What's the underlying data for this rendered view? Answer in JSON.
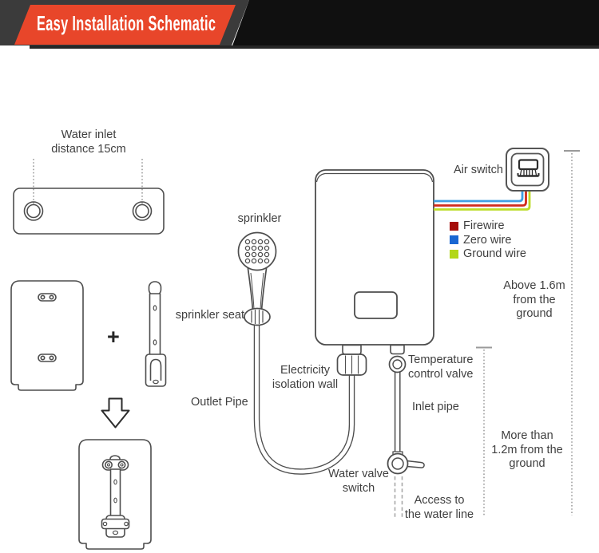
{
  "banner": {
    "title": "Easy Installation Schematic",
    "ribbon_color": "#e8462a",
    "bar_left_color": "#3b3b3b",
    "bar_right_color": "#101010"
  },
  "labels": {
    "water_inlet": [
      "Water inlet",
      "distance 15cm"
    ],
    "sprinkler": "sprinkler",
    "sprinkler_seat": "sprinkler seat",
    "plus": "+",
    "air_switch": "Air switch",
    "electricity_isolation": [
      "Electricity",
      "isolation wall"
    ],
    "outlet_pipe": "Outlet Pipe",
    "temperature_valve": [
      "Temperature",
      "control valve"
    ],
    "inlet_pipe": "Inlet pipe",
    "water_valve": [
      "Water valve",
      "switch"
    ],
    "access_water_line": [
      "Access to",
      "the water line"
    ],
    "above_ground": [
      "Above 1.6m",
      "from the",
      "ground"
    ],
    "more_than_ground": [
      "More than",
      "1.2m from the",
      "ground"
    ]
  },
  "legend": {
    "items": [
      {
        "label": "Firewire",
        "color": "#a50d0a"
      },
      {
        "label": "Zero wire",
        "color": "#1a67d2"
      },
      {
        "label": "Ground wire",
        "color": "#b3d717"
      }
    ]
  },
  "wires": {
    "firewire": "#d02b1c",
    "zero": "#3f9fe3",
    "ground": "#bcdc28"
  }
}
